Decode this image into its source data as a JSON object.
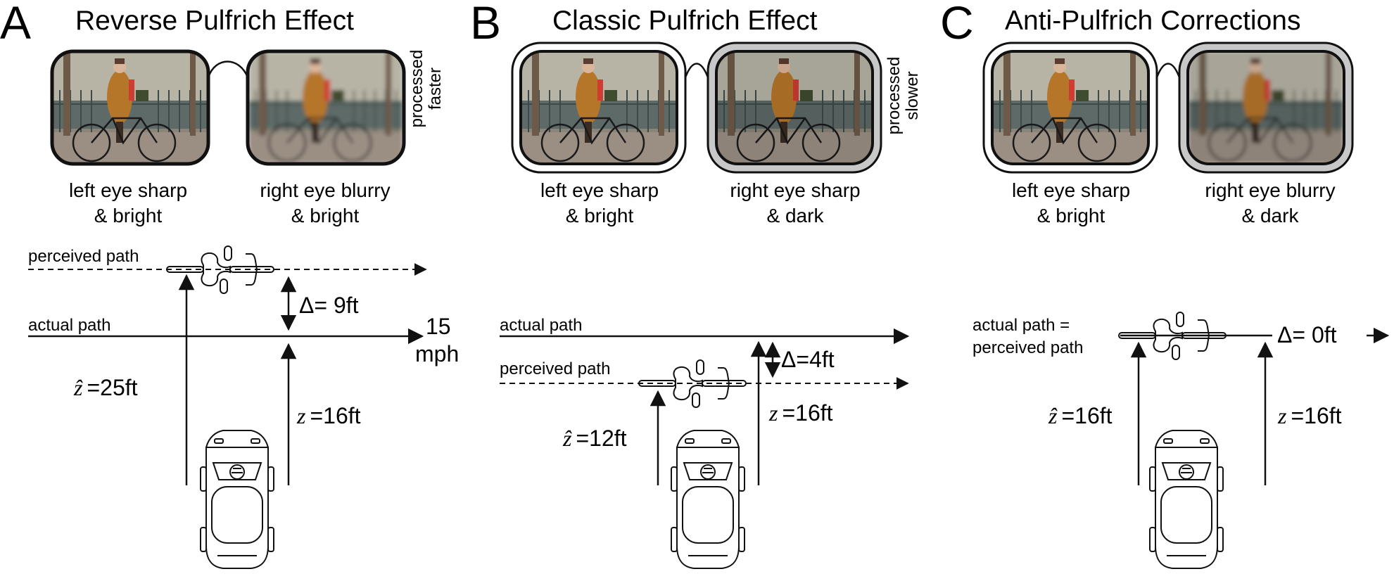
{
  "panels": [
    {
      "letter": "A",
      "title": "Reverse Pulfrich Effect",
      "side_note_1": "processed",
      "side_note_2": "faster",
      "left_caption_1": "left eye sharp",
      "left_caption_2": "& bright",
      "right_caption_1": "right eye blurry",
      "right_caption_2": "& bright",
      "perceived_label": "perceived path",
      "actual_label": "actual path",
      "delta_label": "Δ=  9ft",
      "speed_1": "15",
      "speed_2": "mph",
      "zhat_label": "=25ft",
      "z_label": "=16ft"
    },
    {
      "letter": "B",
      "title": "Classic Pulfrich Effect",
      "side_note_1": "processed",
      "side_note_2": "slower",
      "left_caption_1": "left eye sharp",
      "left_caption_2": "& bright",
      "right_caption_1": "right eye sharp",
      "right_caption_2": "& dark",
      "actual_label": "actual path",
      "perceived_label": "perceived path",
      "delta_label": "Δ=4ft",
      "zhat_label": "=12ft",
      "z_label": "=16ft"
    },
    {
      "letter": "C",
      "title": "Anti-Pulfrich Corrections",
      "left_caption_1": "left eye sharp",
      "left_caption_2": "& bright",
      "right_caption_1": "right eye blurry",
      "right_caption_2": "& dark",
      "path_label_1": "actual path =",
      "path_label_2": "perceived path",
      "delta_label": "Δ=  0ft",
      "zhat_label": "=16ft",
      "z_label": "=16ft"
    }
  ],
  "symbols": {
    "z": "z",
    "zhat": "ẑ"
  },
  "colors": {
    "ink": "#111111",
    "dark_frame": "#c8c8c8"
  }
}
